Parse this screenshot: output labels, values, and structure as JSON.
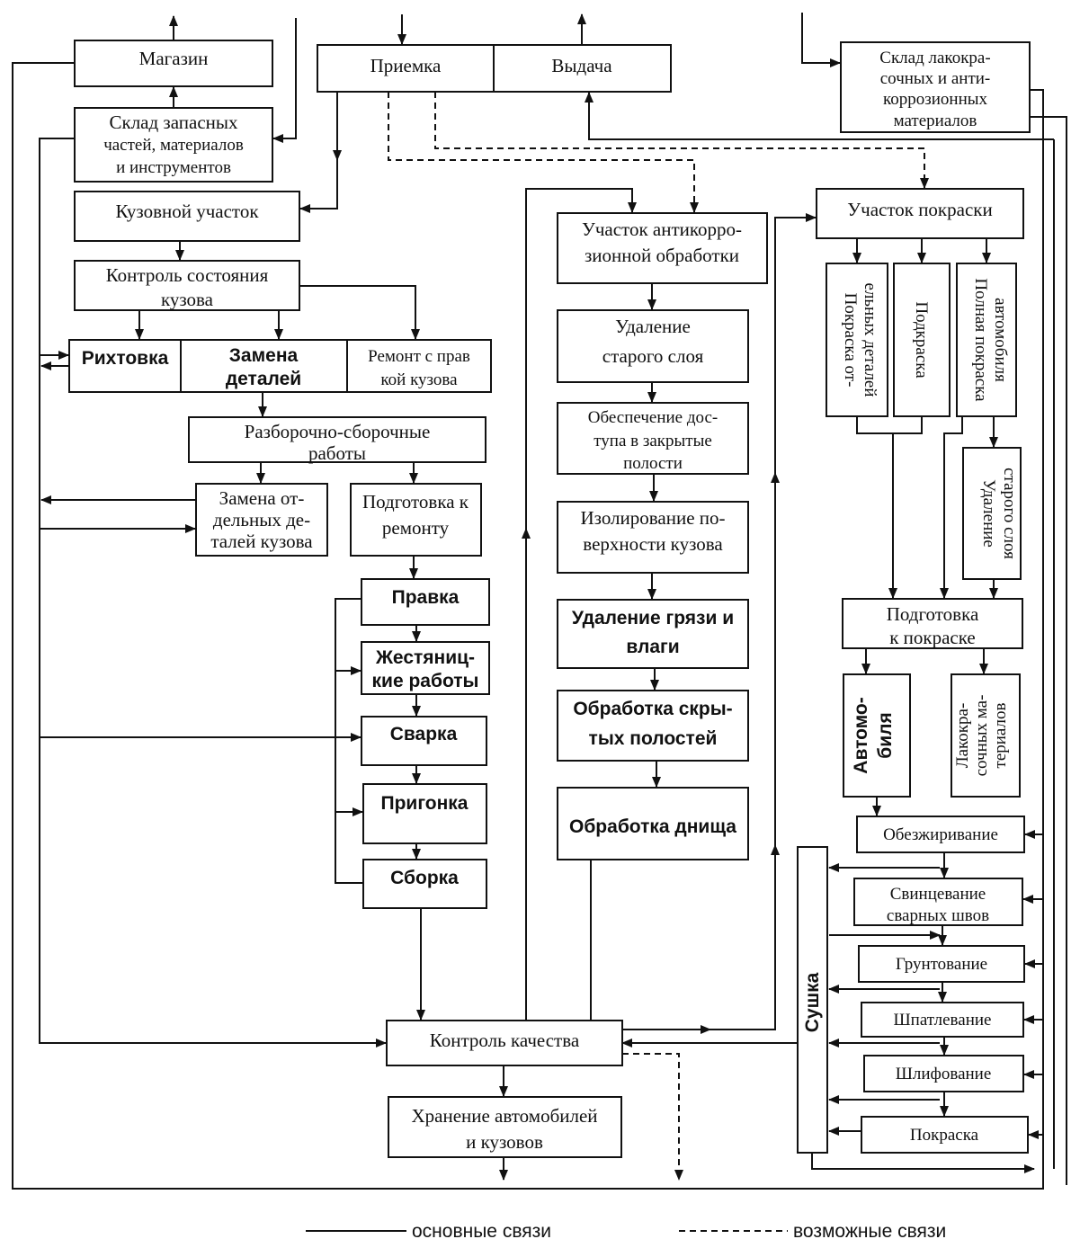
{
  "nodes": {
    "magazin": "Магазин",
    "priemka": "Приемка",
    "vydacha": "Выдача",
    "sklad_lkm": [
      "Склад лакокра-",
      "сочных и анти-",
      "коррозионных",
      "материалов"
    ],
    "sklad_zap": [
      "Склад запасных",
      "частей, материалов",
      "и инструментов"
    ],
    "kuzovnoi": "Кузовной участок",
    "kontrol_sost": [
      "Контроль состояния",
      "кузова"
    ],
    "rikhtovka": "Рихтовка",
    "zamena_det": [
      "Замена",
      "деталей"
    ],
    "remont_pravkoi": [
      "Ремонт с прав",
      "кой кузова"
    ],
    "razborochno": [
      "Разборочно-сборочные",
      "работы"
    ],
    "zamena_otd": [
      "Замена от-",
      "дельных де-",
      "талей кузова"
    ],
    "podgotovka_rem": [
      "Подготовка к",
      "ремонту"
    ],
    "pravka": "Правка",
    "zhestyan": [
      "Жестяниц-",
      "кие работы"
    ],
    "svarka": "Сварка",
    "prigonka": "Пригонка",
    "sborka": "Сборка",
    "kontrol_kach": "Контроль качества",
    "khranenie": [
      "Хранение автомобилей",
      "и кузовов"
    ],
    "antikor": [
      "Участок антикорро-",
      "зионной обработки"
    ],
    "udalenie_sloya": [
      "Удаление",
      "старого слоя"
    ],
    "obespechenie": [
      "Обеспечение дос-",
      "тупа в закрытые",
      "полости"
    ],
    "izolirovanie": [
      "Изолирование по-",
      "верхности кузова"
    ],
    "udalenie_gryazi": [
      "Удаление грязи и",
      "влаги"
    ],
    "obrabotka_skr": [
      "Обработка скры-",
      "тых полостей"
    ],
    "obrabotka_dnisha": "Обработка днища",
    "uchastok_pokraski": "Участок покраски",
    "pokraska_otd": [
      "Покраска от-",
      "ельных деталей"
    ],
    "podkraska": "Подкраска",
    "polnaya": [
      "Полная покраска",
      "автомобиля"
    ],
    "udalenie_sloya2": [
      "Удаление",
      "старого слоя"
    ],
    "podgotovka_pokr": [
      "Подготовка",
      "к покраске"
    ],
    "avtomobilya": [
      "Автомо-",
      "биля"
    ],
    "lkm": [
      "Лакокра-",
      "сочных ма-",
      "териалов"
    ],
    "obezzhir": "Обезжиривание",
    "svinc": [
      "Свинцевание",
      "сварных швов"
    ],
    "gruntovanie": "Грунтование",
    "shpatl": "Шпатлевание",
    "shlif": "Шлифование",
    "pokraska": "Покраска",
    "sushka": "Сушка"
  },
  "legend": {
    "main": "основные связи",
    "possible": "возможные связи"
  }
}
